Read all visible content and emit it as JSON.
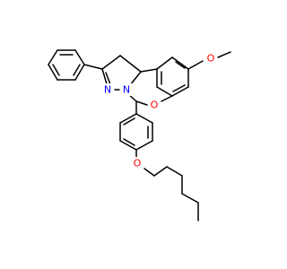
{
  "molecule": {
    "bond_color": "#000000",
    "labels": {
      "o_methoxy": "O",
      "o_ring": "O",
      "n_imine": "N",
      "n_bridge": "N",
      "o_ether": "O"
    },
    "label_colors": {
      "oxygen": "#ff0000",
      "nitrogen": "#0000ff"
    }
  }
}
